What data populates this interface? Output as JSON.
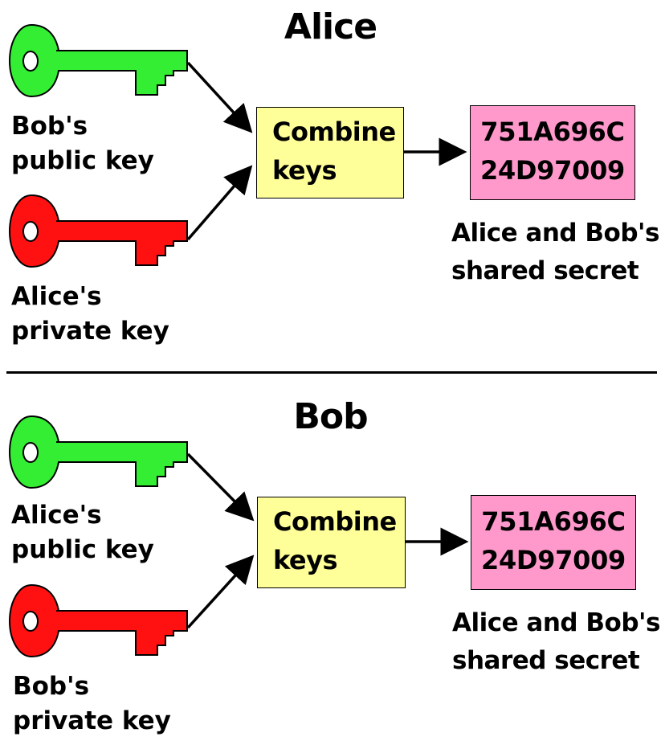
{
  "panels": [
    {
      "title": "Alice",
      "public_key": {
        "label": "Bob's\npublic key",
        "color": "#33ee33"
      },
      "private_key": {
        "label": "Alice's\nprivate key",
        "color": "#ff1111"
      },
      "combine_label": "Combine\nkeys",
      "secret_value": "751A696C\n24D97009",
      "secret_label": "Alice and Bob's\nshared secret"
    },
    {
      "title": "Bob",
      "public_key": {
        "label": "Alice's\npublic key",
        "color": "#33ee33"
      },
      "private_key": {
        "label": "Bob's\nprivate key",
        "color": "#ff1111"
      },
      "combine_label": "Combine\nkeys",
      "secret_value": "751A696C\n24D97009",
      "secret_label": "Alice and Bob's\nshared secret"
    }
  ],
  "colors": {
    "combine_box": "#ffff99",
    "secret_box": "#ff99cc",
    "public_key": "#33ee33",
    "private_key": "#ff1111"
  }
}
